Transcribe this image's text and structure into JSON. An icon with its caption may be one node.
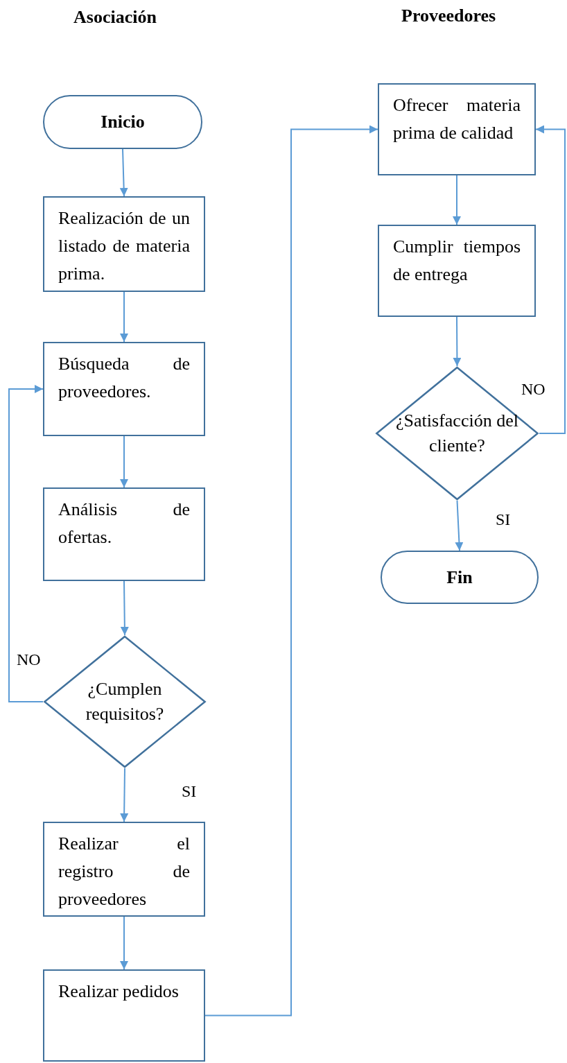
{
  "diagram": {
    "nodes": [
      {
        "text": [
          "Inicio"
        ]
      },
      {
        "text": [
          "Realización de un listado de materia prima."
        ]
      },
      {
        "text": [
          "Búsqueda de proveedores."
        ]
      },
      {
        "text": [
          "Análisis de ofertas."
        ]
      },
      {
        "text": [
          "¿Cumplen requisitos?"
        ]
      },
      {
        "text": [
          "Realizar el registro de proveedores"
        ]
      },
      {
        "text": [
          "Realizar pedidos"
        ]
      },
      {
        "text": [
          "Ofrecer materia prima de calidad"
        ]
      },
      {
        "text": [
          "Cumplir tiempos de entrega"
        ]
      },
      {
        "text": [
          "¿Satisfacción del cliente?"
        ]
      },
      {
        "text": [
          "Fin"
        ]
      }
    ],
    "edges": [
      {
        "from": 0,
        "to": 1,
        "arrow": "to"
      },
      {
        "from": 1,
        "to": 2,
        "arrow": "to"
      },
      {
        "from": 2,
        "to": 3,
        "arrow": "to"
      },
      {
        "from": 3,
        "to": 4,
        "arrow": "to"
      },
      {
        "from": 4,
        "to": 2,
        "arrow": "to",
        "label": "NO"
      },
      {
        "from": 4,
        "to": 5,
        "arrow": "to",
        "label": "SI"
      },
      {
        "from": 5,
        "to": 6,
        "arrow": "to"
      },
      {
        "from": 6,
        "to": 7,
        "arrow": "to"
      },
      {
        "from": 7,
        "to": 8,
        "arrow": "to"
      },
      {
        "from": 8,
        "to": 9,
        "arrow": "to"
      },
      {
        "from": 9,
        "to": 7,
        "arrow": "to",
        "label": "NO"
      },
      {
        "from": 9,
        "to": 10,
        "arrow": "to",
        "label": "SI"
      }
    ],
    "labels": [
      "Asociación",
      "Proveedores"
    ]
  }
}
